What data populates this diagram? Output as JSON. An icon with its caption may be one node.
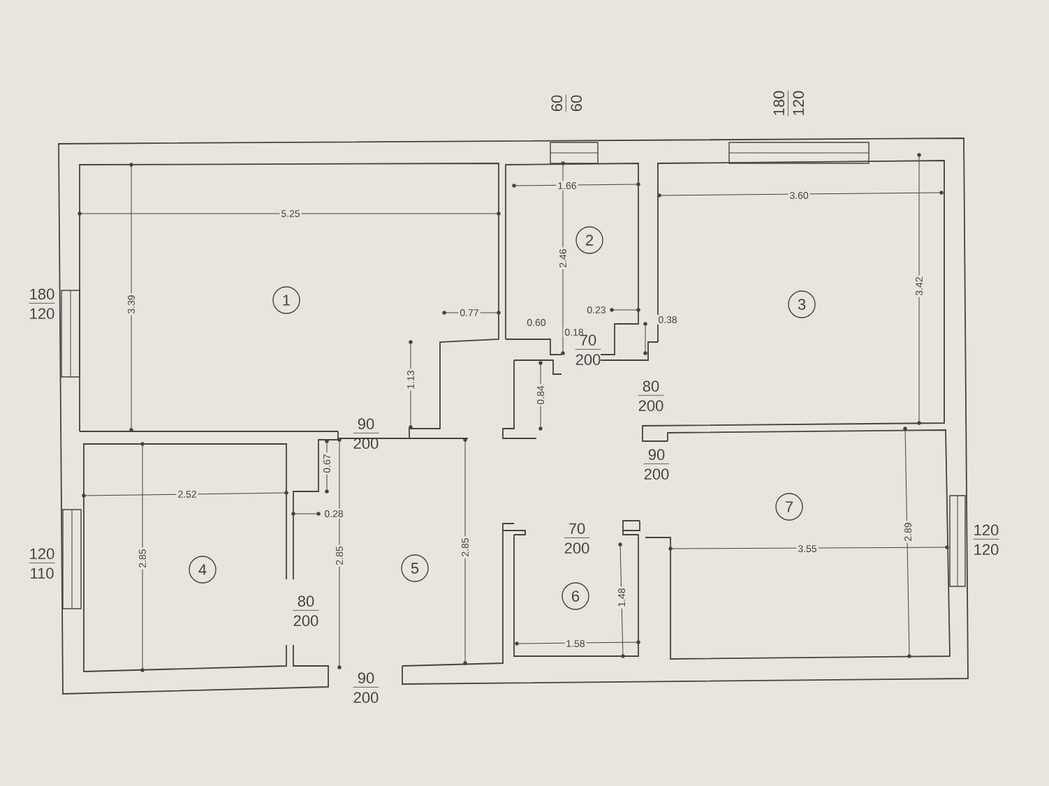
{
  "diagram": {
    "nodes": [
      {
        "text": [
          "1"
        ]
      },
      {
        "text": [
          "2"
        ]
      },
      {
        "text": [
          "3"
        ]
      },
      {
        "text": [
          "4"
        ]
      },
      {
        "text": [
          "5"
        ]
      },
      {
        "text": [
          "6"
        ]
      },
      {
        "text": [
          "7"
        ]
      }
    ],
    "edges": [],
    "labels": [
      "60",
      "60",
      "180",
      "120",
      "1.66",
      "5.25",
      "3.60",
      "3.39",
      "2.46",
      "3.42",
      "0.77",
      "0.60",
      "0.18",
      "0.23",
      "0.38",
      "180",
      "120",
      "70",
      "200",
      "1.13",
      "0.84",
      "80",
      "200",
      "90",
      "200",
      "90",
      "200",
      "0.67",
      "2.52",
      "0.28",
      "120",
      "110",
      "70",
      "200",
      "3.55",
      "2.89",
      "2.85",
      "2.85",
      "2.85",
      "1.48",
      "120",
      "120",
      "80",
      "200",
      "1.58",
      "90",
      "200"
    ]
  }
}
